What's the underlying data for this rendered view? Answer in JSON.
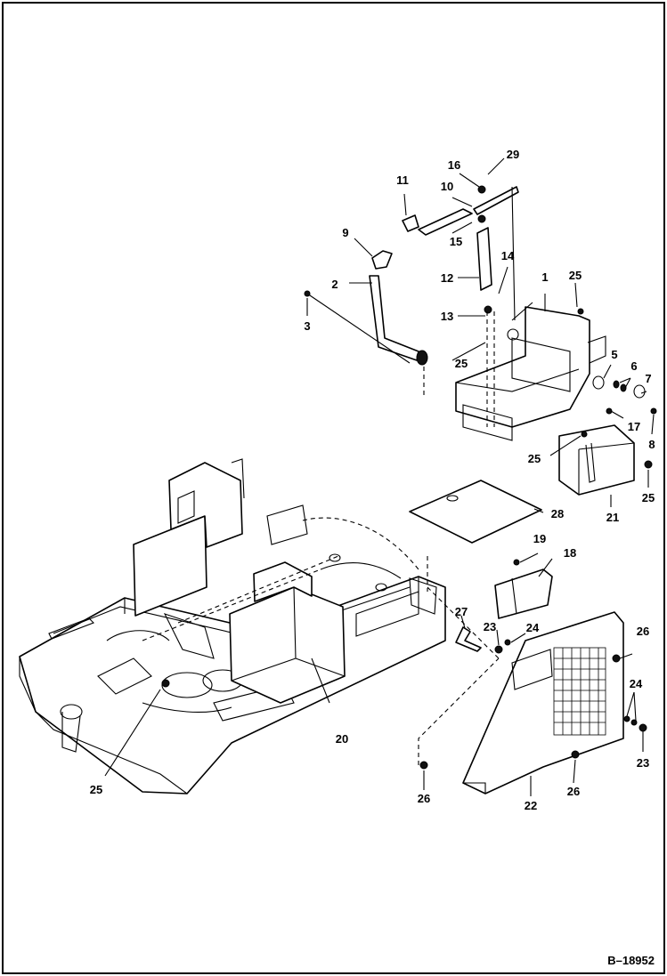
{
  "drawing_number": "B–18952",
  "callouts": [
    {
      "id": "c1",
      "label": "1"
    },
    {
      "id": "c2",
      "label": "2"
    },
    {
      "id": "c3",
      "label": "3"
    },
    {
      "id": "c5",
      "label": "5"
    },
    {
      "id": "c6",
      "label": "6"
    },
    {
      "id": "c7",
      "label": "7"
    },
    {
      "id": "c8",
      "label": "8"
    },
    {
      "id": "c9",
      "label": "9"
    },
    {
      "id": "c10",
      "label": "10"
    },
    {
      "id": "c11",
      "label": "11"
    },
    {
      "id": "c12",
      "label": "12"
    },
    {
      "id": "c13",
      "label": "13"
    },
    {
      "id": "c14",
      "label": "14"
    },
    {
      "id": "c15",
      "label": "15"
    },
    {
      "id": "c16",
      "label": "16"
    },
    {
      "id": "c17",
      "label": "17"
    },
    {
      "id": "c18",
      "label": "18"
    },
    {
      "id": "c19",
      "label": "19"
    },
    {
      "id": "c20",
      "label": "20"
    },
    {
      "id": "c21",
      "label": "21"
    },
    {
      "id": "c22",
      "label": "22"
    },
    {
      "id": "c23a",
      "label": "23"
    },
    {
      "id": "c23b",
      "label": "23"
    },
    {
      "id": "c24a",
      "label": "24"
    },
    {
      "id": "c24b",
      "label": "24"
    },
    {
      "id": "c25a",
      "label": "25"
    },
    {
      "id": "c25b",
      "label": "25"
    },
    {
      "id": "c25c",
      "label": "25"
    },
    {
      "id": "c25d",
      "label": "25"
    },
    {
      "id": "c25e",
      "label": "25"
    },
    {
      "id": "c26a",
      "label": "26"
    },
    {
      "id": "c26b",
      "label": "26"
    },
    {
      "id": "c26c",
      "label": "26"
    },
    {
      "id": "c27",
      "label": "27"
    },
    {
      "id": "c28",
      "label": "28"
    },
    {
      "id": "c29",
      "label": "29"
    }
  ]
}
